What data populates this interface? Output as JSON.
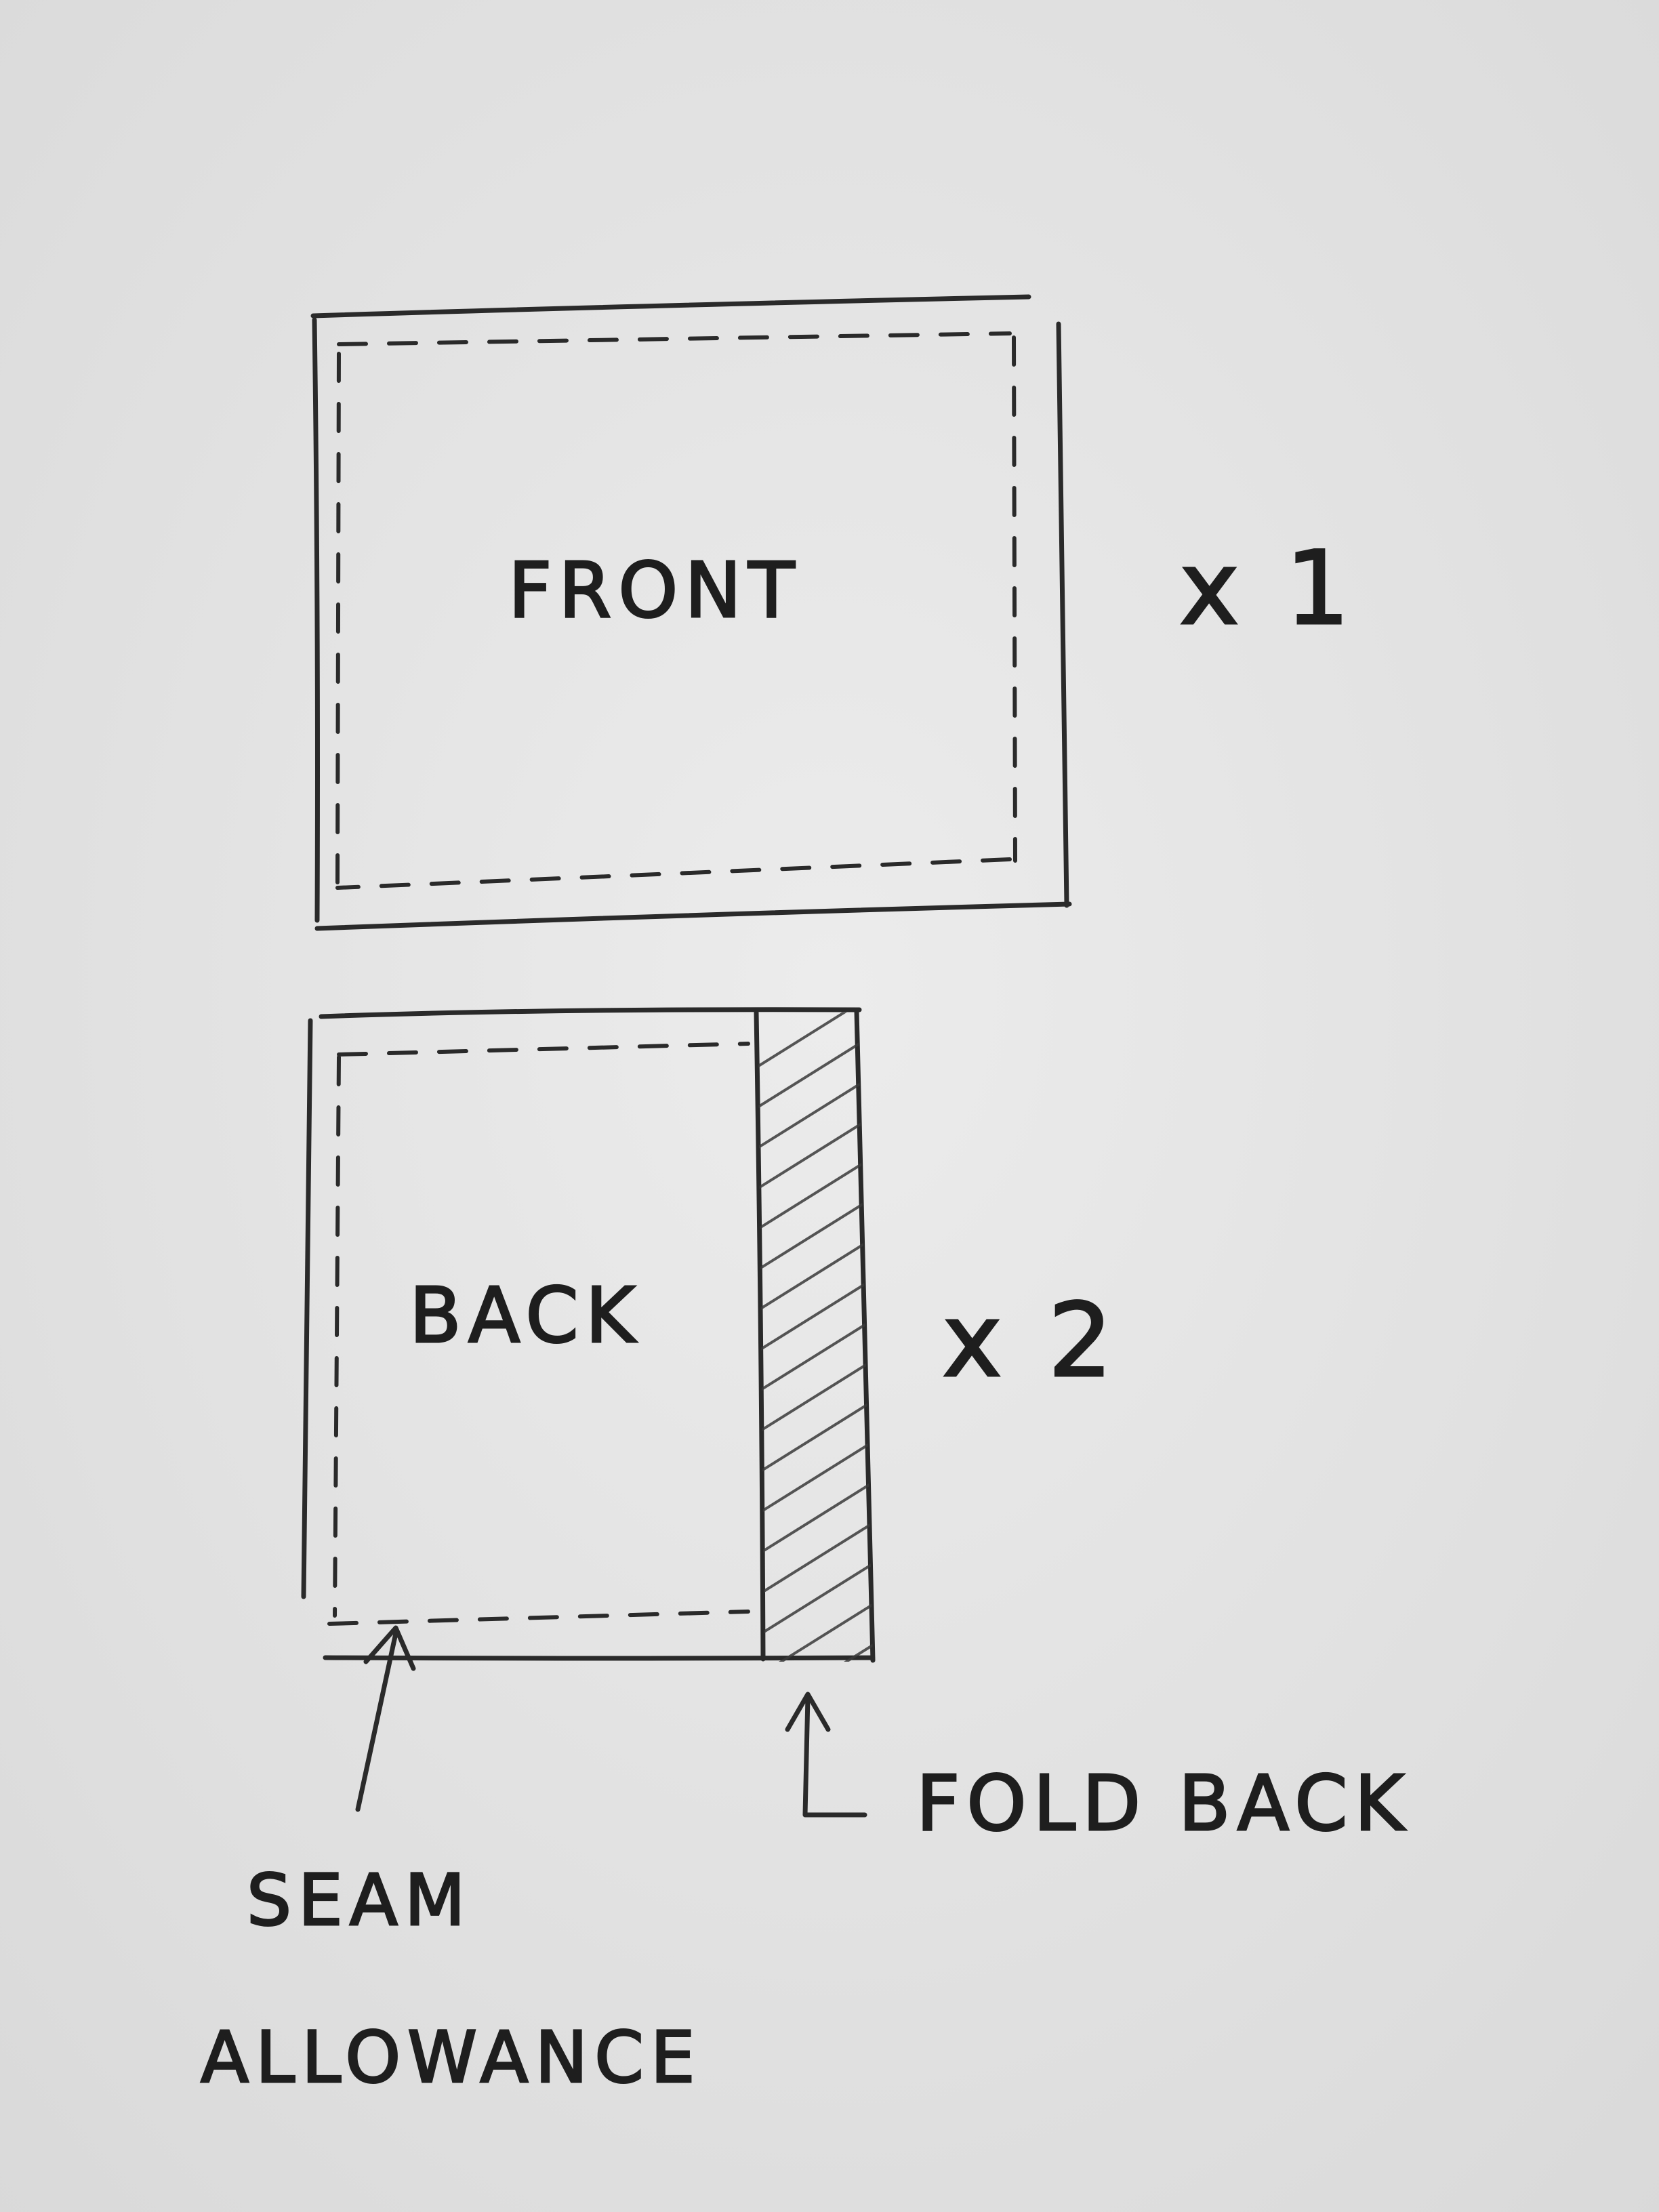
{
  "pieces": [
    {
      "name": "FRONT",
      "quantity": "x 1"
    },
    {
      "name": "BACK",
      "quantity": "x 2"
    }
  ],
  "annotations": {
    "seam_allowance_line1": "SEAM",
    "seam_allowance_line2": "ALLOWANCE",
    "fold_back": "FOLD BACK"
  },
  "colors": {
    "paper": "#e6e6e6",
    "pencil": "#2a2a2a"
  }
}
